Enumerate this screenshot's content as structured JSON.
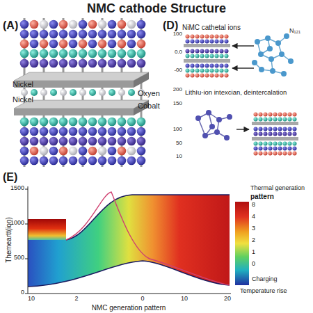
{
  "diagram": {
    "title": "NMC cathode Structure",
    "labels": [
      "(A)",
      "Nickel",
      "Nickel",
      "Oxyen",
      "Cobalt",
      "(D)",
      "NiMC cathetal ions",
      "100",
      "0.0",
      "-00",
      "N₁₂₁",
      "LithIu-ion intexcian, deintercalation",
      "200",
      "150",
      "100",
      "50",
      "10",
      "(E)",
      "Themeartt(ion)",
      "1500",
      "1000",
      "500",
      "0",
      "10",
      "2",
      "0",
      "10",
      "20",
      "NMC generation pattern",
      "Thermal generation",
      "pattern",
      "8",
      "4",
      "3",
      "2",
      "1",
      "0",
      "Charging",
      "Temperature rise"
    ]
  }
}
